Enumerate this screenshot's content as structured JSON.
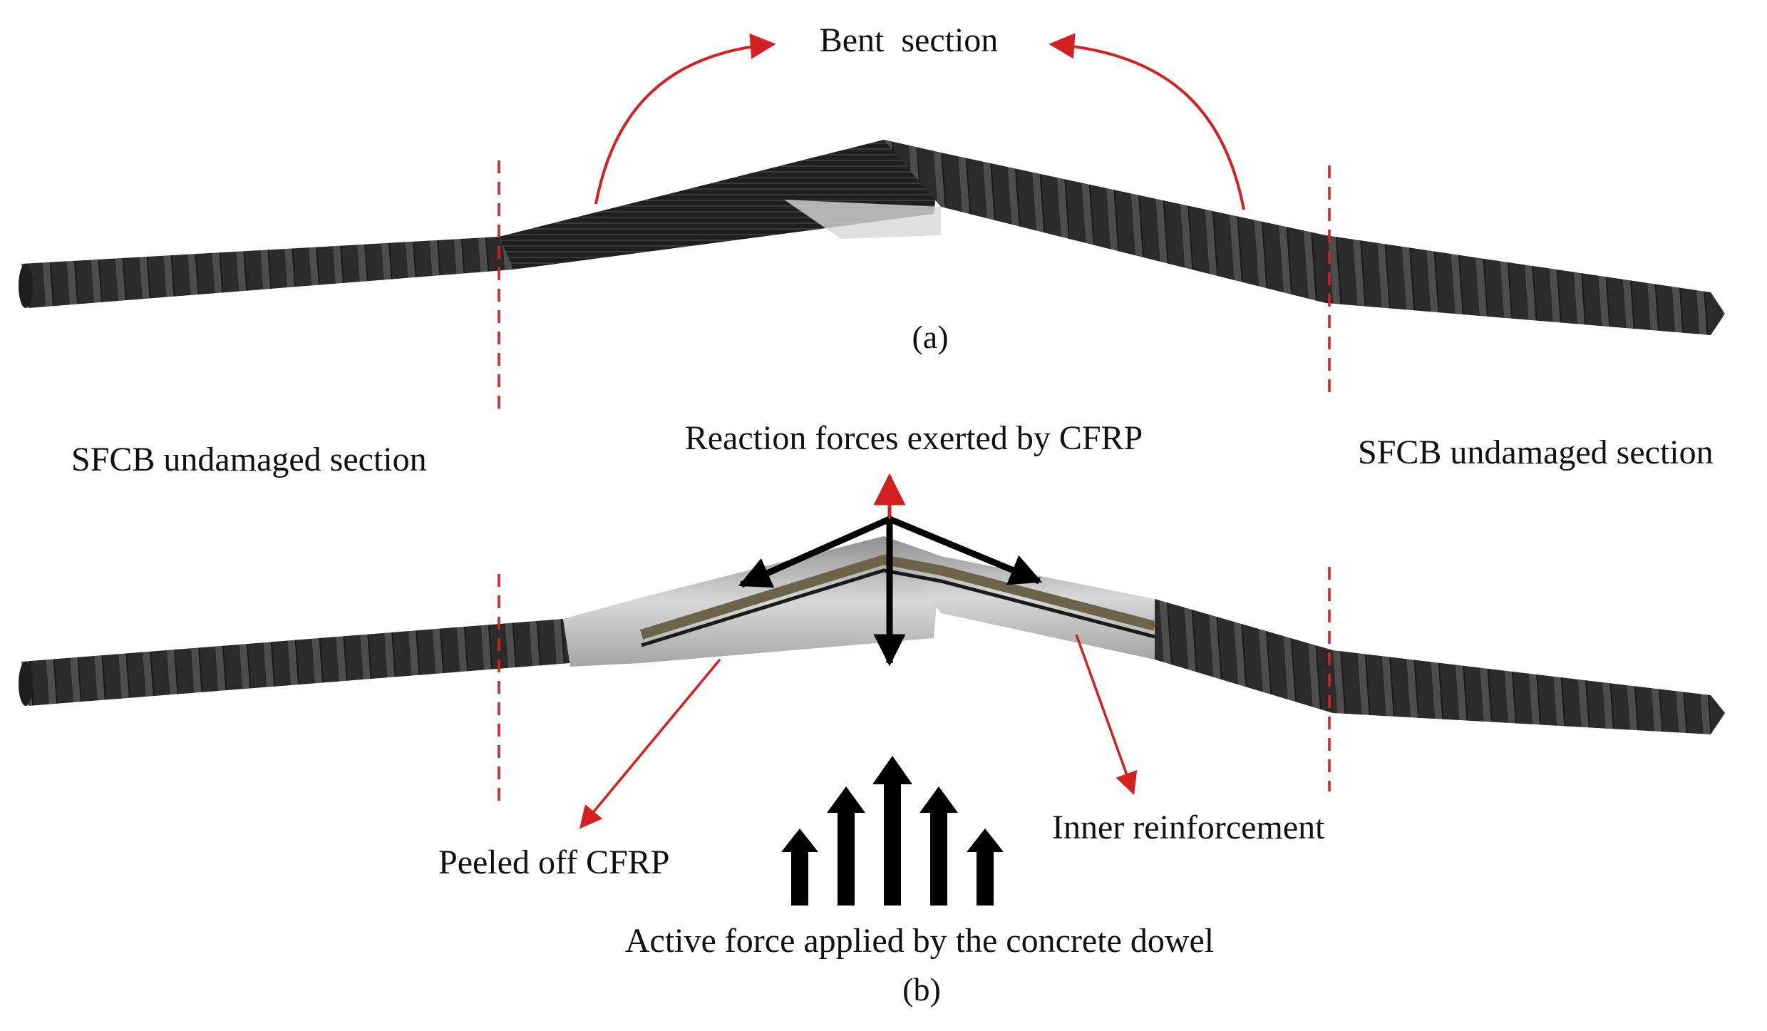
{
  "labels": {
    "bent_section": "Bent  section",
    "panel_a": "(a)",
    "panel_b": "(b)",
    "undamaged_left": "SFCB undamaged section",
    "undamaged_right": "SFCB undamaged section",
    "reaction_forces": "Reaction forces exerted by CFRP",
    "peeled_off": "Peeled off CFRP",
    "inner_reinforcement": "Inner reinforcement",
    "active_force": "Active force applied by the concrete dowel"
  },
  "colors": {
    "annotation_red": "#d42020",
    "force_black": "#000000",
    "bar_dark": "#2b2b2b",
    "bar_rib": "#4a4a4a",
    "cfrp_sheet": "#c9c9c9",
    "inner_core": "#6b6448"
  }
}
